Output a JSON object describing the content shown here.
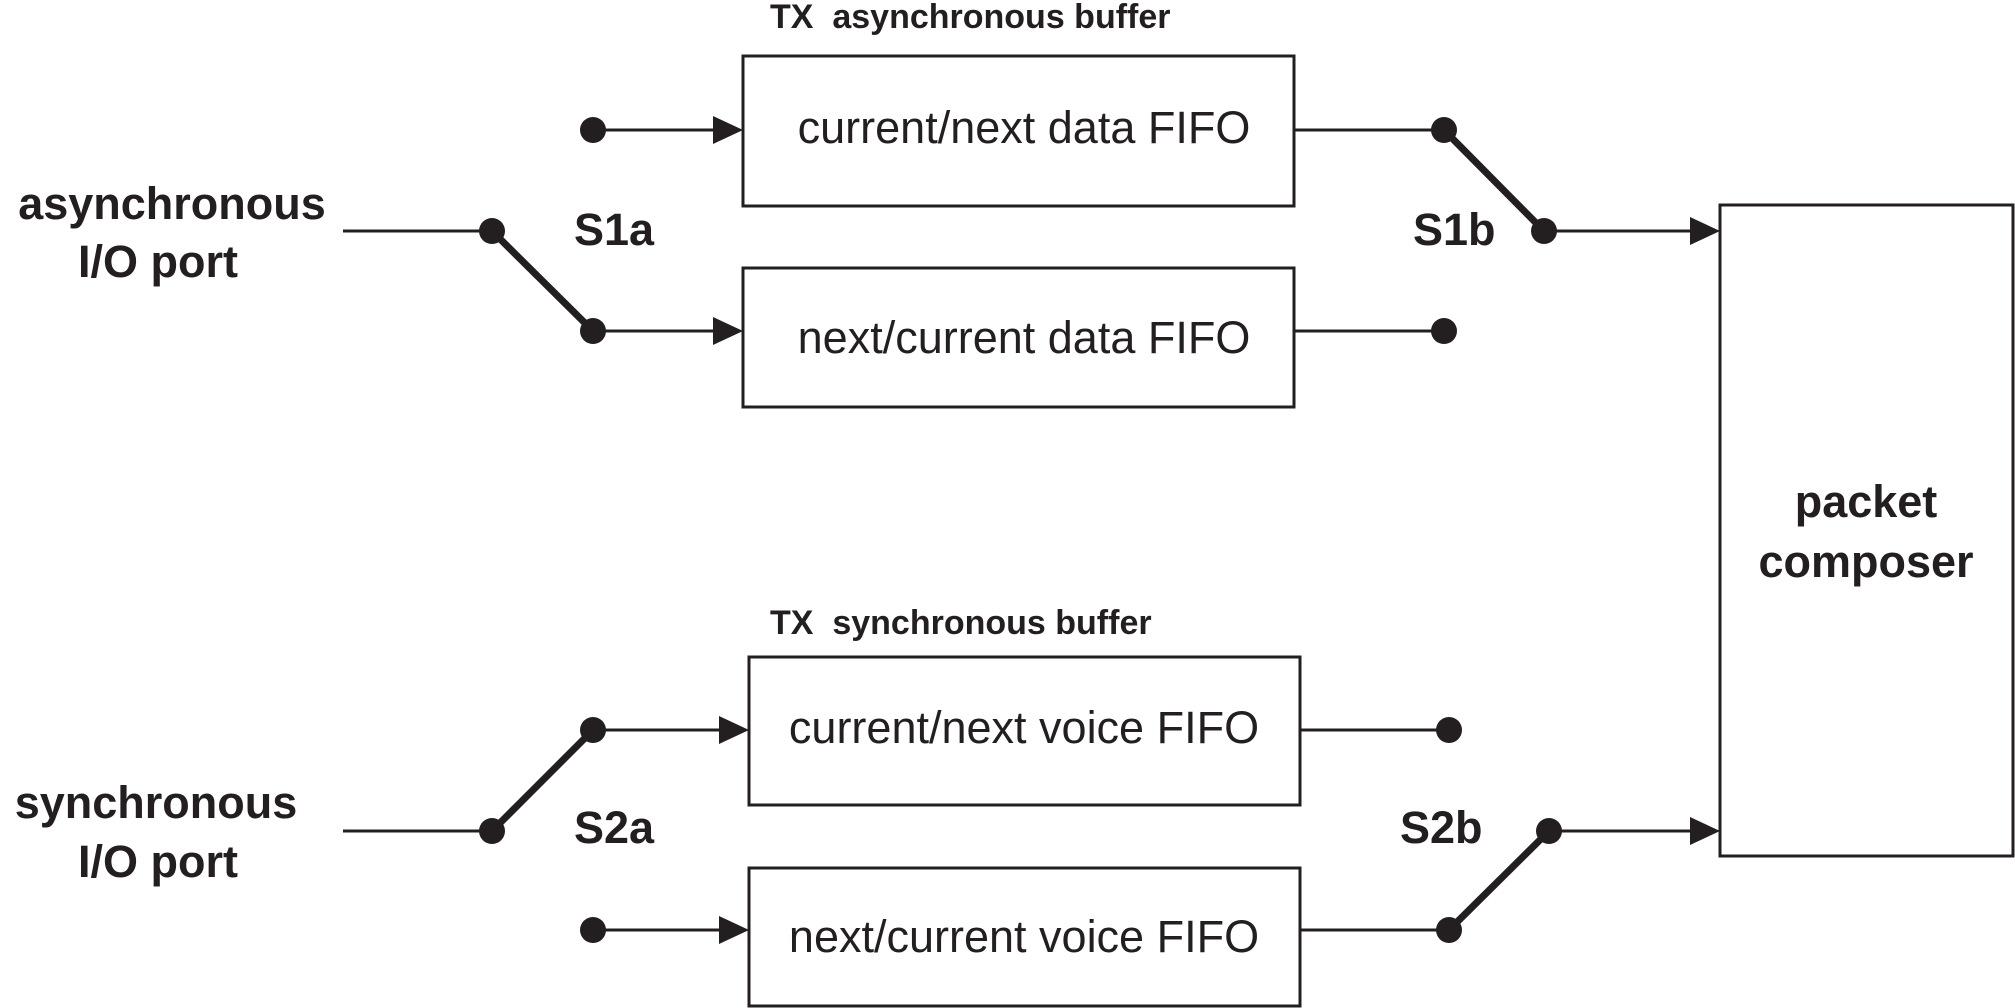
{
  "colors": {
    "ink": "#231f20",
    "background": "#ffffff"
  },
  "buffers": {
    "async_title": "TX  asynchronous buffer",
    "sync_title": "TX  synchronous buffer"
  },
  "fifos": {
    "current_next_data": "current/next data FIFO",
    "next_current_data": "next/current data FIFO",
    "current_next_voice": "current/next voice FIFO",
    "next_current_voice": "next/current voice FIFO"
  },
  "ports": {
    "async_line1": "asynchronous",
    "async_line2": "I/O port",
    "sync_line1": "synchronous",
    "sync_line2": "I/O port"
  },
  "switches": {
    "s1a": "S1a",
    "s1b": "S1b",
    "s2a": "S2a",
    "s2b": "S2b"
  },
  "composer": {
    "line1": "packet",
    "line2": "composer"
  }
}
